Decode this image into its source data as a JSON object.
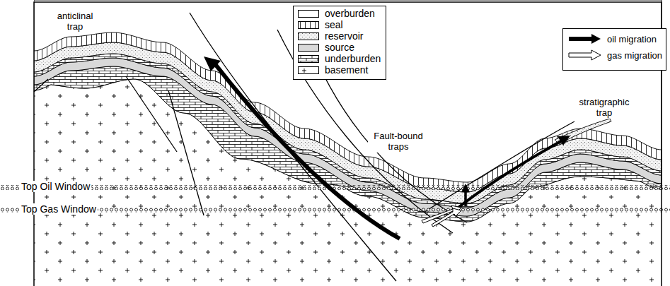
{
  "diagram": {
    "labels": [
      "anticlinal trap",
      "Fault-bound traps",
      "stratigraphic trap",
      "Top Oil Window",
      "Top Gas Window"
    ],
    "legend": [
      {
        "text": "overburden",
        "color": "#ffffff"
      },
      {
        "text": "seal"
      },
      {
        "text": "reservoir"
      },
      {
        "text": "source",
        "color": "#d9d9d9"
      },
      {
        "text": "underburden"
      },
      {
        "text": "basement"
      },
      {
        "text": "oil migration"
      },
      {
        "text": "gas migration"
      }
    ]
  }
}
